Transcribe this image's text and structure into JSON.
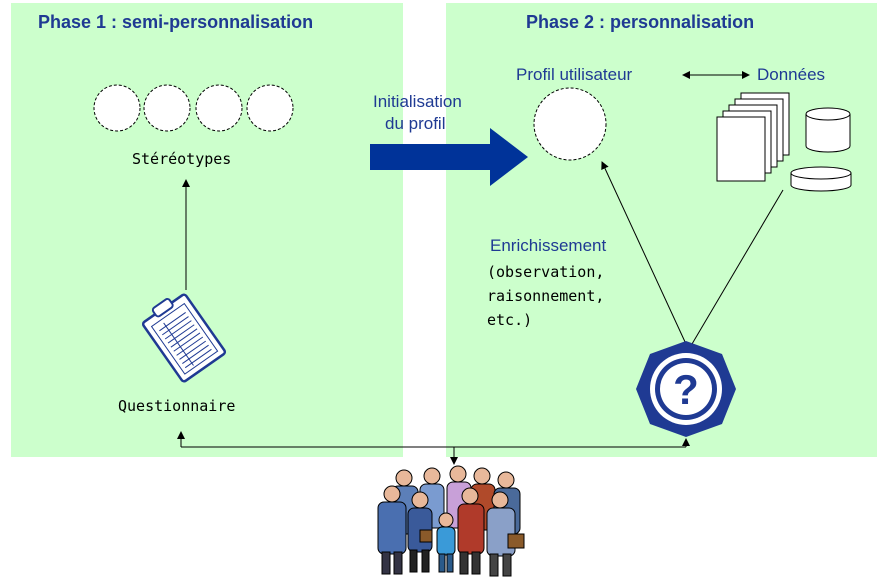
{
  "phase1": {
    "title": "Phase 1 : semi-personnalisation"
  },
  "phase2": {
    "title": "Phase 2 : personnalisation"
  },
  "stereotypes": {
    "label": "Stéréotypes",
    "count": 4
  },
  "questionnaire": {
    "label": "Questionnaire"
  },
  "transition": {
    "line1": "Initialisation",
    "line2": "du profil"
  },
  "profile": {
    "label": "Profil utilisateur"
  },
  "data_store": {
    "label": "Données"
  },
  "enrichment": {
    "title": "Enrichissement",
    "notes": [
      "(observation,",
      "raisonnement,",
      "etc.)"
    ]
  },
  "colors": {
    "panel": "#ccffcc",
    "title": "#1f3a93",
    "arrow": "#003399"
  },
  "icons": [
    "clipboard-icon",
    "question-mark-icon",
    "documents-icon",
    "database-icon",
    "people-group-icon"
  ]
}
